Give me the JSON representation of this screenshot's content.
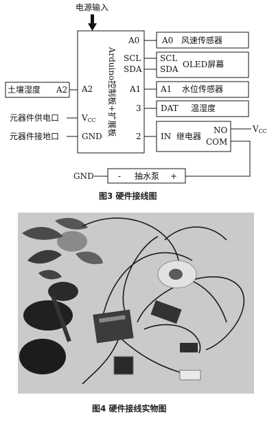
{
  "diagram": {
    "power_input_label": "电源输入",
    "board_label": "Arduino控制板+扩展板",
    "board_pins": {
      "a0": "A0",
      "scl": "SCL",
      "sda": "SDA",
      "a1": "A1",
      "p3": "3",
      "p2": "2",
      "a2": "A2",
      "vcc": "V",
      "vcc_sub": "CC",
      "gnd": "GND"
    },
    "left_blocks": {
      "soil": "土壤湿度",
      "soil_pin": "A2",
      "power_supply": "元器件供电口",
      "ground": "元器件接地口"
    },
    "modules": {
      "wind": {
        "pin": "A0",
        "name": "风速传感器"
      },
      "oled": {
        "pin1": "SCL",
        "pin2": "SDA",
        "name": "OLED屏幕"
      },
      "water": {
        "pin": "A1",
        "name": "水位传感器"
      },
      "temp": {
        "pin": "DAT",
        "name": "温湿度"
      },
      "relay": {
        "pin": "IN",
        "name": "继电器",
        "no": "NO",
        "com": "COM"
      }
    },
    "relay_vcc": "V",
    "relay_vcc_sub": "CC",
    "pump": {
      "gnd": "GND",
      "minus": "-",
      "name": "抽水泵",
      "plus": "+"
    }
  },
  "captions": {
    "fig3": "图3  硬件接线图",
    "fig4": "图4  硬件接线实物图"
  }
}
